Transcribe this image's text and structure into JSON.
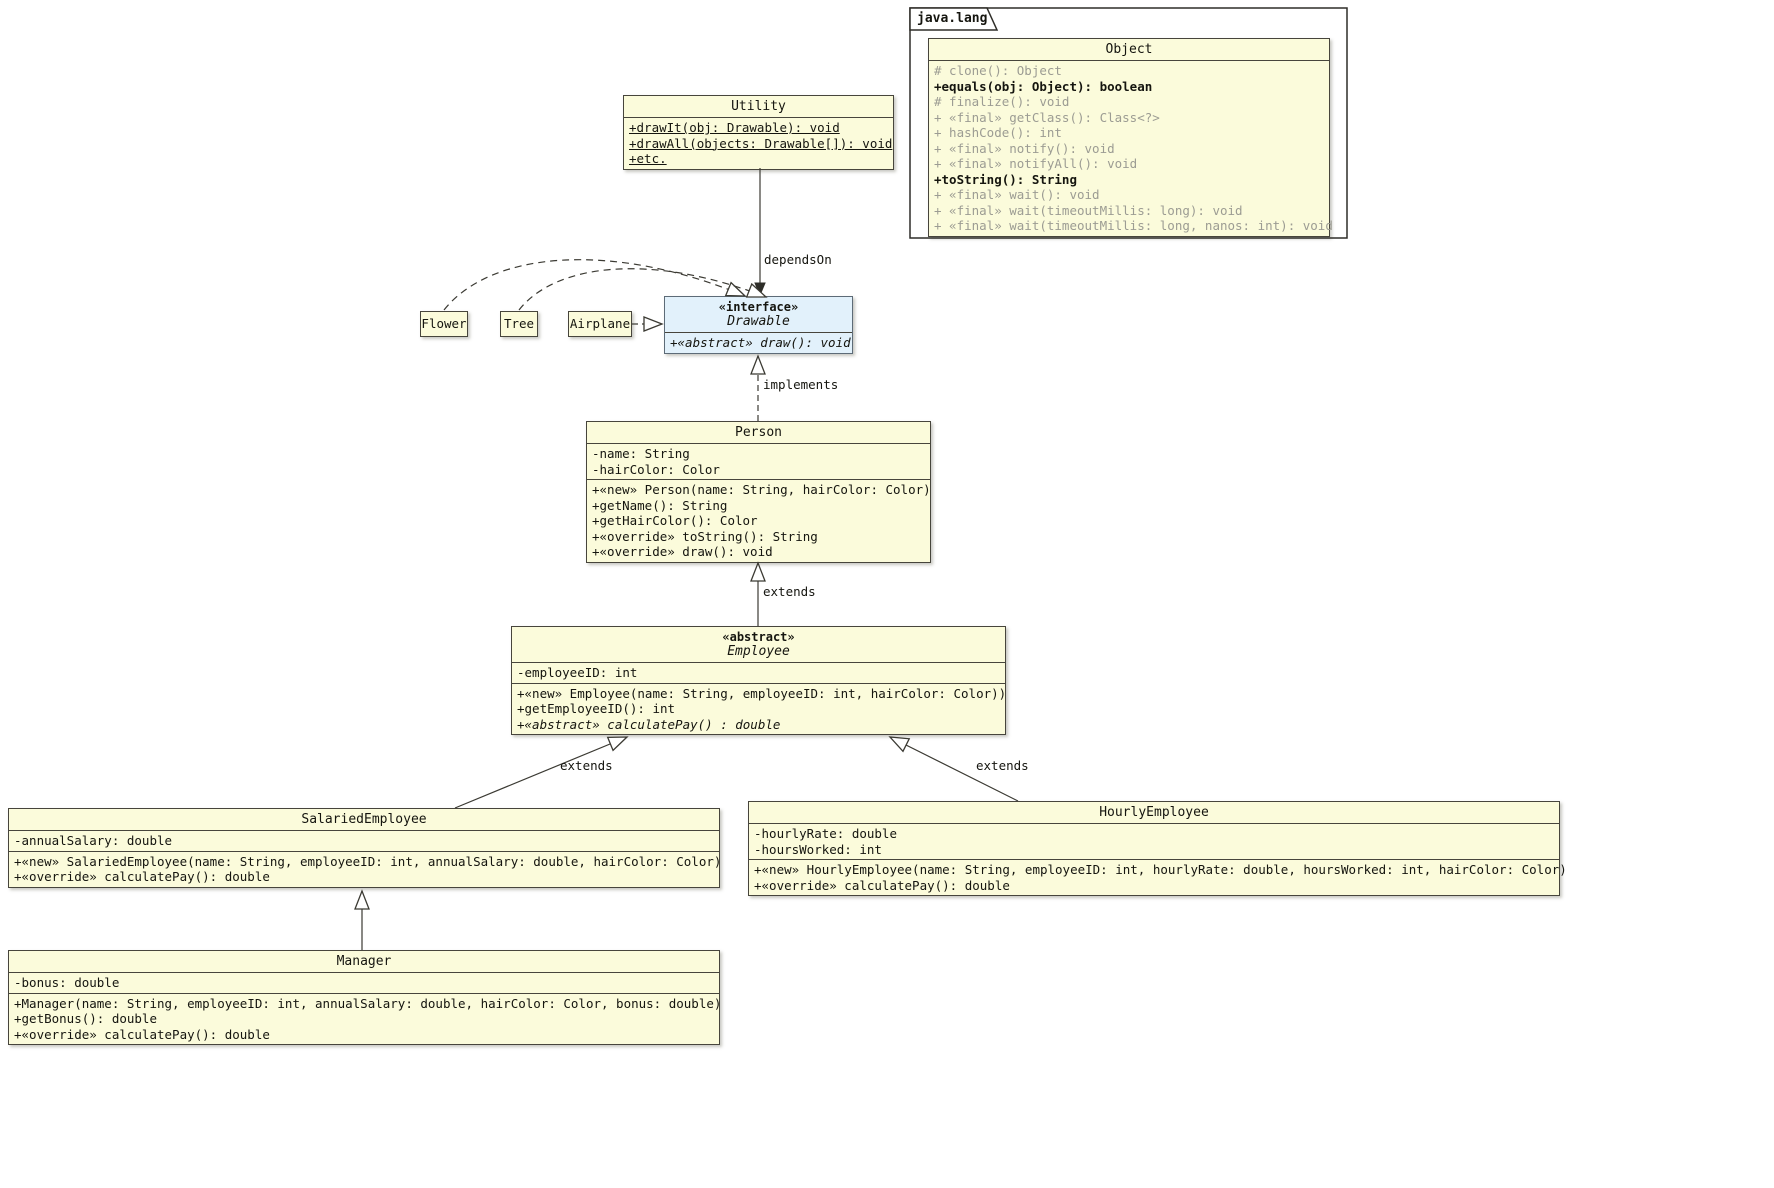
{
  "package": {
    "name": "java.lang"
  },
  "classes": {
    "object": {
      "title": "Object",
      "methods": [
        "# clone(): Object",
        "+equals(obj: Object): boolean",
        "# finalize(): void",
        "+ «final» getClass(): Class<?>",
        "+ hashCode(): int",
        "+ «final» notify(): void",
        "+ «final» notifyAll(): void",
        "+toString(): String",
        "+ «final» wait(): void",
        "+ «final» wait(timeoutMillis: long): void",
        "+ «final» wait(timeoutMillis: long, nanos: int): void"
      ]
    },
    "utility": {
      "title": "Utility",
      "methods": [
        "+drawIt(obj: Drawable): void",
        "+drawAll(objects: Drawable[]): void",
        "+etc."
      ]
    },
    "drawable": {
      "stereotype": "«interface»",
      "title": "Drawable",
      "methods": [
        "+«abstract» draw(): void"
      ]
    },
    "flower": {
      "title": "Flower"
    },
    "tree": {
      "title": "Tree"
    },
    "airplane": {
      "title": "Airplane"
    },
    "person": {
      "title": "Person",
      "attributes": [
        "-name: String",
        "-hairColor: Color"
      ],
      "methods": [
        "+«new» Person(name: String, hairColor: Color)",
        "+getName(): String",
        "+getHairColor(): Color",
        "+«override» toString(): String",
        "+«override» draw(): void"
      ]
    },
    "employee": {
      "stereotype": "«abstract»",
      "title": "Employee",
      "attributes": [
        "-employeeID: int"
      ],
      "methods": [
        "+«new» Employee(name: String, employeeID: int, hairColor: Color))",
        "+getEmployeeID(): int",
        "+«abstract» calculatePay() : double"
      ]
    },
    "salaried_employee": {
      "title": "SalariedEmployee",
      "attributes": [
        "-annualSalary: double"
      ],
      "methods": [
        "+«new» SalariedEmployee(name: String, employeeID: int, annualSalary: double, hairColor: Color)",
        "+«override» calculatePay(): double"
      ]
    },
    "hourly_employee": {
      "title": "HourlyEmployee",
      "attributes": [
        "-hourlyRate: double",
        "-hoursWorked: int"
      ],
      "methods": [
        "+«new» HourlyEmployee(name: String, employeeID: int, hourlyRate: double, hoursWorked: int, hairColor: Color)",
        "+«override» calculatePay(): double"
      ]
    },
    "manager": {
      "title": "Manager",
      "attributes": [
        "-bonus: double"
      ],
      "methods": [
        "+Manager(name: String, employeeID: int, annualSalary: double, hairColor: Color, bonus: double)",
        "+getBonus(): double",
        "+«override» calculatePay(): double"
      ]
    }
  },
  "edge_labels": {
    "depends_on": "dependsOn",
    "implements": "implements",
    "extends_person": "extends",
    "extends_salaried": "extends",
    "extends_hourly": "extends"
  },
  "colors": {
    "class_fill": "#fbfbdb",
    "interface_fill": "#e2f1fb",
    "border": "#47453c",
    "muted_text": "#9c9c93",
    "line": "#3b3a33"
  }
}
